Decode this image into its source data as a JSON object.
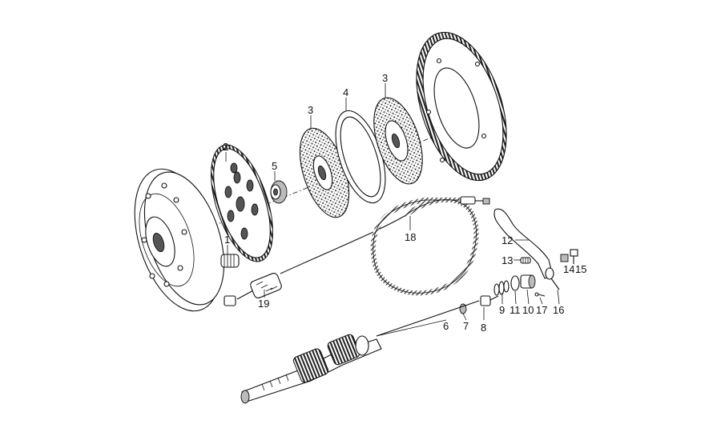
{
  "callouts": [
    {
      "id": "c1",
      "label": "1"
    },
    {
      "id": "c2",
      "label": "2"
    },
    {
      "id": "c3a",
      "label": "3"
    },
    {
      "id": "c3b",
      "label": "3"
    },
    {
      "id": "c4",
      "label": "4"
    },
    {
      "id": "c5",
      "label": "5"
    },
    {
      "id": "c6",
      "label": "6"
    },
    {
      "id": "c7",
      "label": "7"
    },
    {
      "id": "c8",
      "label": "8"
    },
    {
      "id": "c9",
      "label": "9"
    },
    {
      "id": "c11",
      "label": "11"
    },
    {
      "id": "c10",
      "label": "10"
    },
    {
      "id": "c17",
      "label": "17"
    },
    {
      "id": "c16",
      "label": "16"
    },
    {
      "id": "c12",
      "label": "12"
    },
    {
      "id": "c13",
      "label": "13"
    },
    {
      "id": "c14",
      "label": "14"
    },
    {
      "id": "c15",
      "label": "15"
    },
    {
      "id": "c18",
      "label": "18"
    },
    {
      "id": "c19",
      "label": "19"
    }
  ]
}
